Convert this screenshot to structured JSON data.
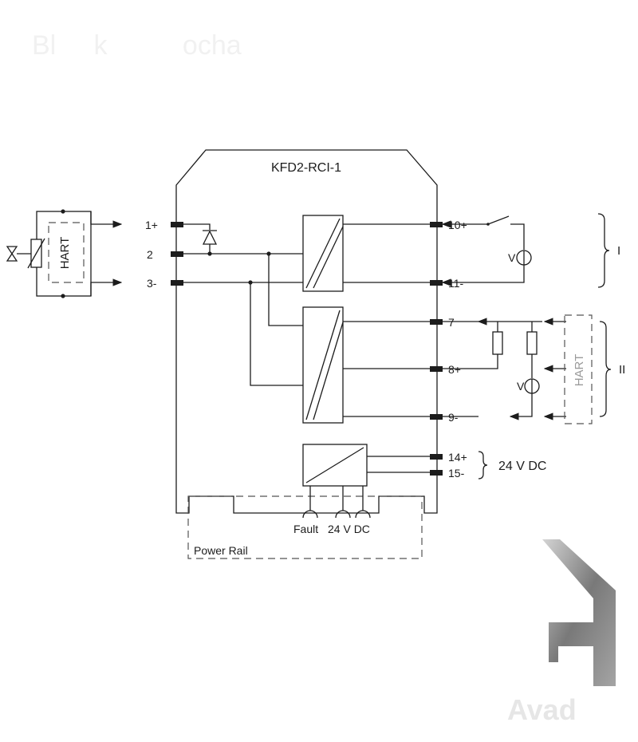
{
  "device": {
    "name": "KFD2-RCI-1"
  },
  "input_terminals": [
    "1+",
    "2",
    "3-"
  ],
  "output_terminals_group1": [
    "10+",
    "11-"
  ],
  "output_terminals_group2": [
    "7",
    "8+",
    "9-"
  ],
  "supply_terminals": [
    "14+",
    "15-"
  ],
  "supply_label": "24 V DC",
  "bottom_labels": {
    "fault": "Fault",
    "supply": "24 V DC"
  },
  "power_rail_label": "Power Rail",
  "field_device": {
    "label": "HART"
  },
  "output_group1": {
    "roman": "I",
    "source_label": "V"
  },
  "output_group2": {
    "roman": "II",
    "source_label": "V",
    "hart_label": "HART"
  },
  "watermark": {
    "text": "Avad"
  },
  "colors": {
    "line": "#1c1c1c",
    "dashed": "#555555"
  }
}
